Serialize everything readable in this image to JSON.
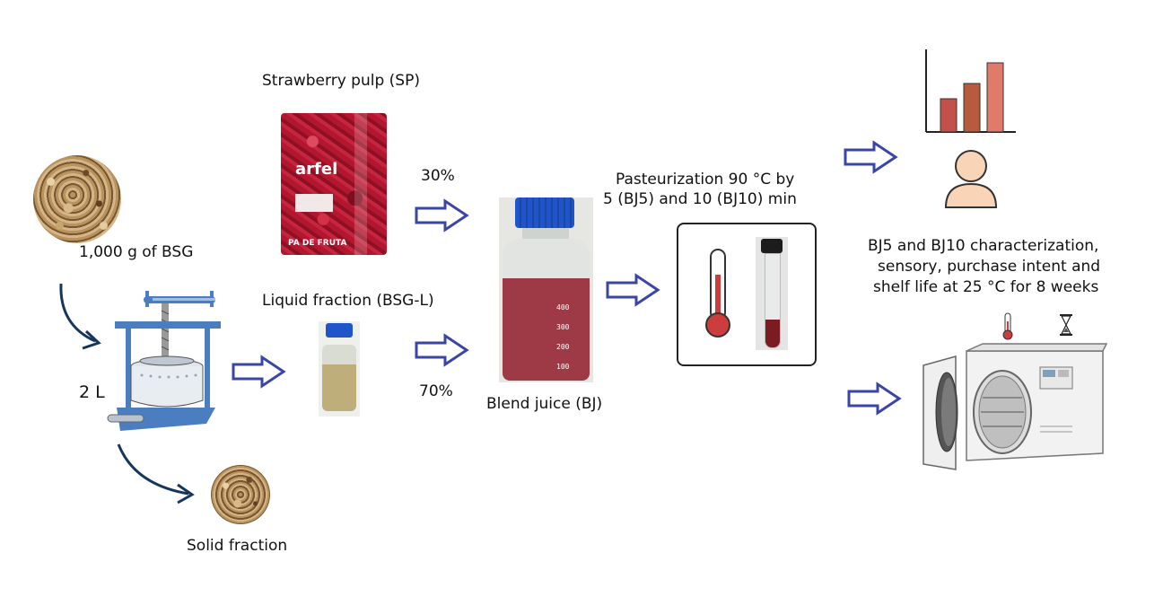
{
  "labels": {
    "strawberry_pulp": "Strawberry pulp (SP)",
    "pct_30": "30%",
    "pct_70": "70%",
    "bsg_amount": "1,000 g of BSG",
    "liquid_fraction": "Liquid fraction (BSG-L)",
    "volume": "2 L",
    "blend_juice": "Blend juice (BJ)",
    "solid_fraction": "Solid fraction",
    "pasteurization_line1": "Pasteurization 90 °C by",
    "pasteurization_line2": "5 (BJ5) and 10 (BJ10) min",
    "characterization_line1": "BJ5 and BJ10 characterization,",
    "characterization_line2": "sensory, purchase intent and",
    "characterization_line3": "shelf life at 25 °C for 8 weeks"
  },
  "package_text": {
    "brand": "arfel",
    "bottom": "PA DE FRUTA"
  },
  "bottle_marks": [
    "400",
    "300",
    "200",
    "100"
  ],
  "colors": {
    "arrow_outline": "#3a45a8",
    "curve_arrow": "#17365d",
    "strawberry": "#b3162f",
    "bsg": "#a88455",
    "cap_blue": "#1f55c9",
    "juice": "#9e3a45",
    "liquid": "#bdae7a",
    "thermo_red": "#cc3d3d",
    "bar1": "#c3504a",
    "bar2": "#b65b3d",
    "bar3": "#e07b6b",
    "person": "#f9d4b7"
  }
}
